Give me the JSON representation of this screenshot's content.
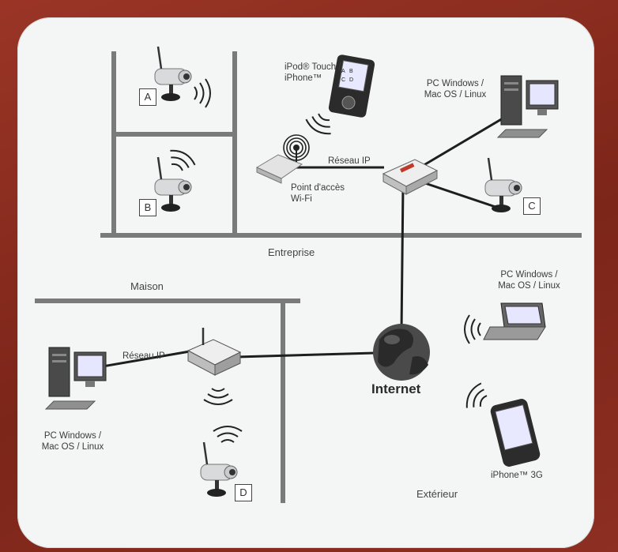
{
  "zones": {
    "entreprise": "Entreprise",
    "maison": "Maison",
    "exterieur": "Extérieur"
  },
  "labels": {
    "ipod": "iPod® Touch /\niPhone™",
    "pc_enterprise": "PC Windows /\nMac OS / Linux",
    "reseau_ip_1": "Réseau IP",
    "access_point": "Point d'accès\nWi-Fi",
    "reseau_ip_2": "Réseau IP",
    "pc_home": "PC Windows /\nMac OS / Linux",
    "pc_laptop": "PC Windows /\nMac OS / Linux",
    "internet": "Internet",
    "iphone_3g": "iPhone™ 3G"
  },
  "cameras": {
    "a": "A",
    "b": "B",
    "c": "C",
    "d": "D"
  },
  "screen": {
    "a": "A",
    "b": "B",
    "c": "C",
    "d": "D"
  },
  "colors": {
    "background": "#8e2f22",
    "card": "#f4f5f5",
    "wall": "#7a7a7a",
    "cable": "#1e1e1e"
  }
}
